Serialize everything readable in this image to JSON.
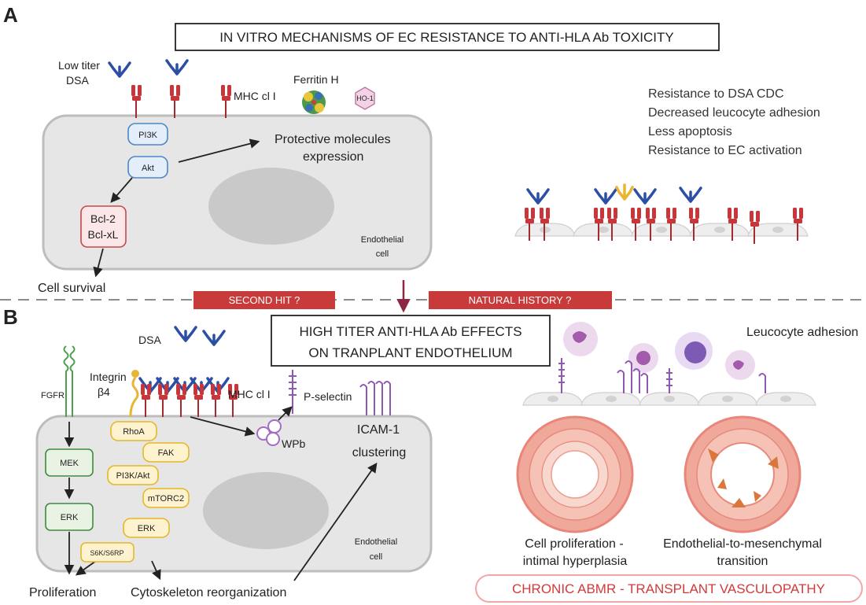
{
  "panel_a": {
    "letter": "A",
    "title": "IN VITRO MECHANISMS OF EC RESISTANCE TO ANTI-HLA Ab TOXICITY",
    "low_titer_dsa_line1": "Low titer",
    "low_titer_dsa_line2": "DSA",
    "mhc_label": "MHC cl I",
    "ferritin_label": "Ferritin H",
    "ho1_label": "HO-1",
    "pi3k": "PI3K",
    "akt": "Akt",
    "bcl2": "Bcl-2",
    "bclxl": "Bcl-xL",
    "protective_line1": "Protective molecules",
    "protective_line2": "expression",
    "endothelial_line1": "Endothelial",
    "endothelial_line2": "cell",
    "cell_survival": "Cell survival",
    "resistance_list": [
      "Resistance to DSA CDC",
      "Decreased leucocyte adhesion",
      "Less apoptosis",
      "Resistance to EC activation"
    ]
  },
  "banners": {
    "second_hit": "SECOND HIT ?",
    "natural_history": "NATURAL HISTORY ?"
  },
  "panel_b": {
    "letter": "B",
    "title_line1": "HIGH TITER ANTI-HLA Ab EFFECTS",
    "title_line2": "ON TRANPLANT ENDOTHELIUM",
    "dsa": "DSA",
    "fgfr": "FGFR",
    "integrin_line1": "Integrin",
    "integrin_line2": "β4",
    "mhc_label": "MHC cl I",
    "pselectin": "P-selectin",
    "wpb": "WPb",
    "icam_line1": "ICAM-1",
    "icam_line2": "clustering",
    "mek": "MEK",
    "erk_left": "ERK",
    "s6k": "S6K/S6RP",
    "rhoa": "RhoA",
    "fak": "FAK",
    "pi3k_akt": "PI3K/Akt",
    "mtorc2": "mTORC2",
    "erk_right": "ERK",
    "endothelial_line1": "Endothelial",
    "endothelial_line2": "cell",
    "proliferation": "Proliferation",
    "cytoskeleton": "Cytoskeleton reorganization",
    "leucocyte_adhesion": "Leucocyte adhesion",
    "vessel1_line1": "Cell proliferation -",
    "vessel1_line2": "intimal hyperplasia",
    "vessel2_line1": "Endothelial-to-mesenchymal",
    "vessel2_line2": "transition",
    "chronic": "CHRONIC ABMR - TRANSPLANT VASCULOPATHY"
  },
  "colors": {
    "antibody": "#2c4fa5",
    "mhc": "#c9363a",
    "banner": "#c93a3a",
    "chronic_text": "#d23a3a",
    "purple": "#8f58b3",
    "vessel": "#f0a89a"
  }
}
